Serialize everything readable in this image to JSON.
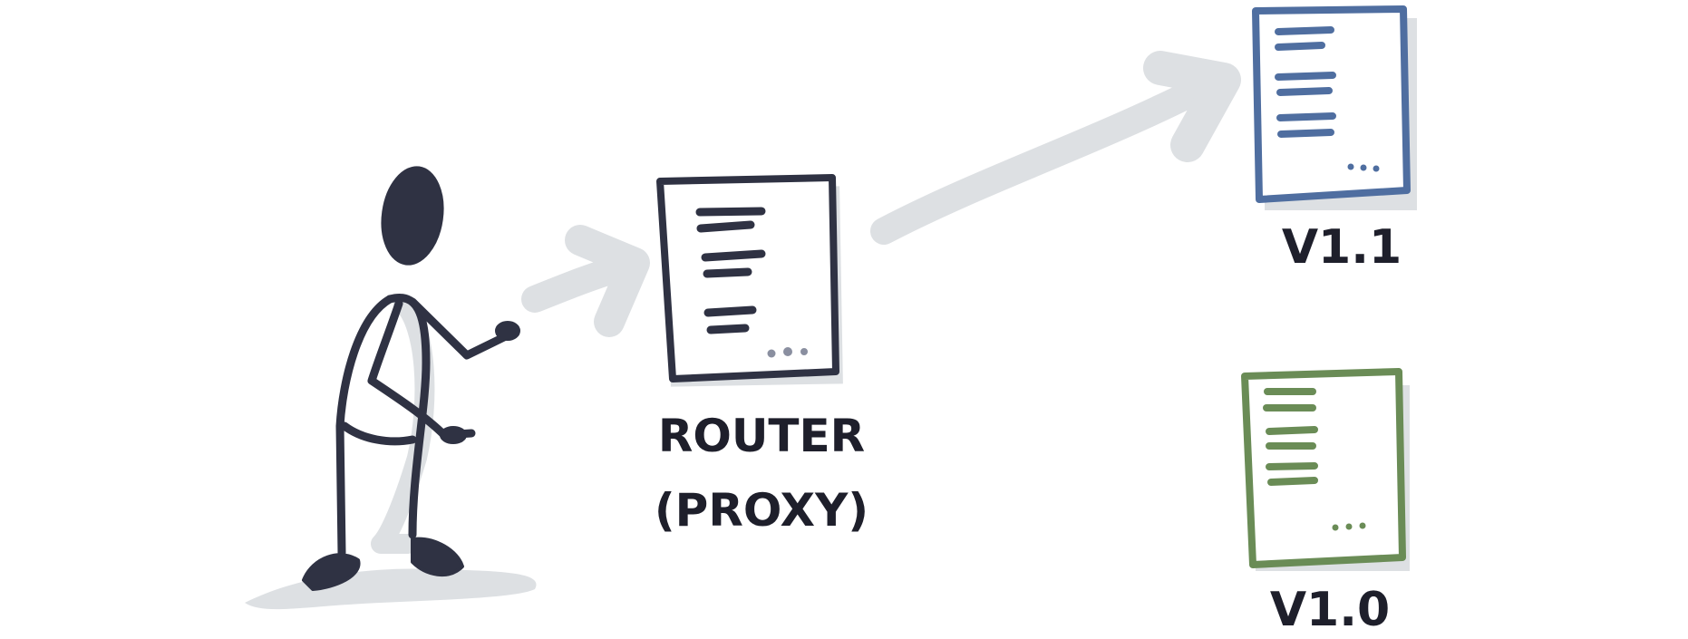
{
  "labels": {
    "router_line1": "ROUTER",
    "router_line2": "(PROXY)",
    "v11": "V1.1",
    "v10": "V1.0"
  },
  "colors": {
    "ink": "#2f3243",
    "blue": "#4f6ea0",
    "green": "#6a8c56",
    "shadow": "#dde0e3",
    "dots_dark": "#8a8fa0"
  },
  "icons": {
    "person": "stick-figure",
    "router_document": "document-icon",
    "v11_document": "document-icon",
    "v10_document": "document-icon",
    "arrow_to_router": "arrow-icon",
    "arrow_to_v11": "arrow-icon"
  }
}
